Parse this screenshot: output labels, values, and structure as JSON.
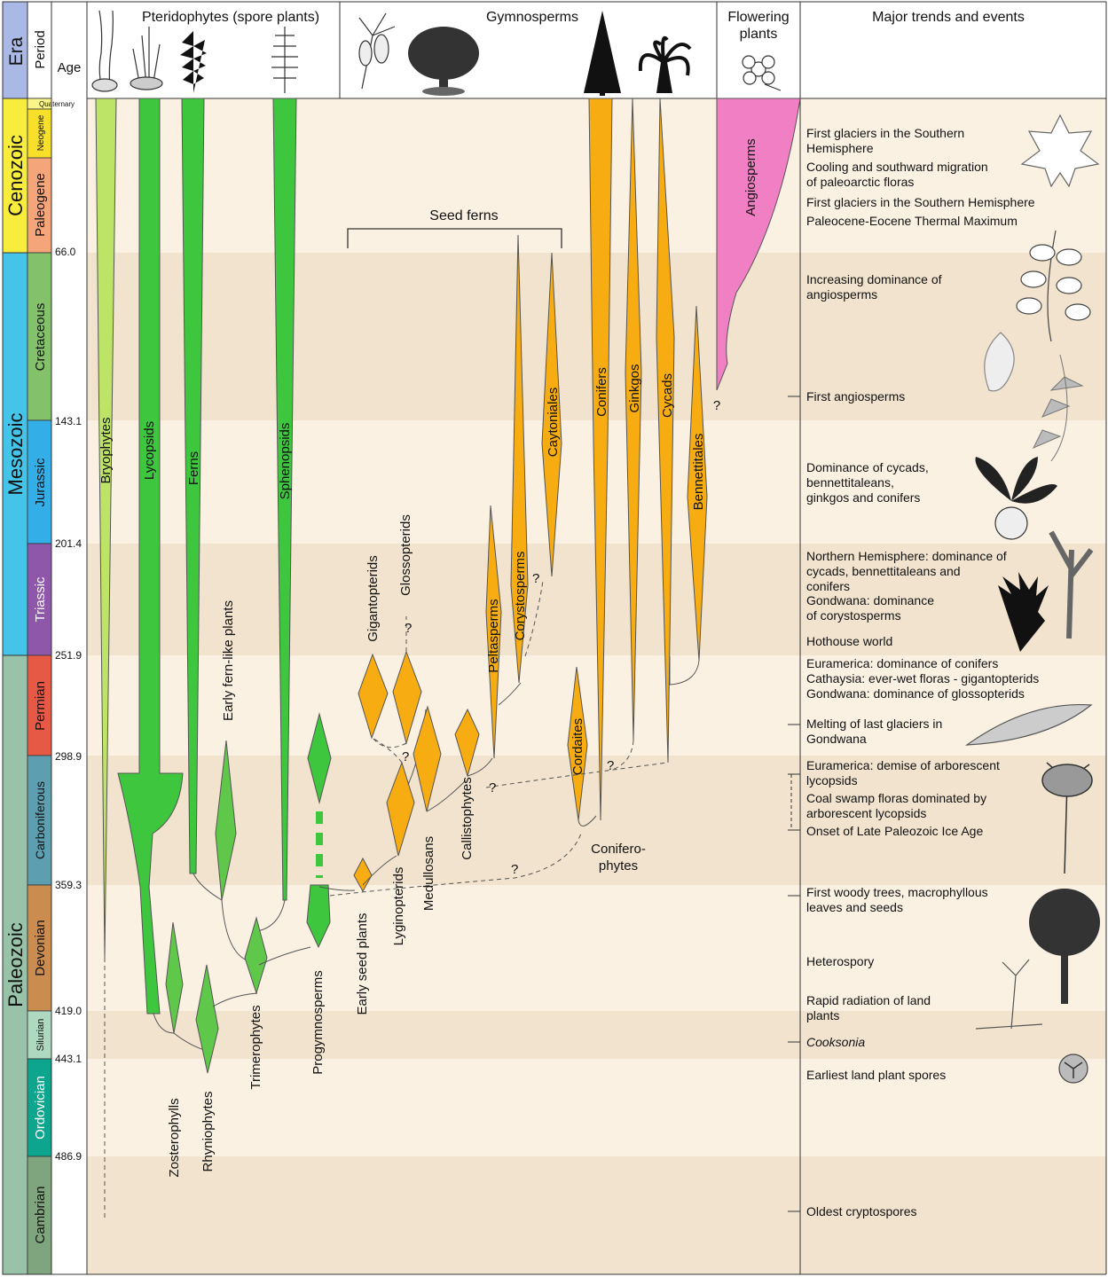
{
  "colors": {
    "band_light": "#fbf1e3",
    "band_dark": "#f1e3cd",
    "pterido_green": "#3ec63e",
    "early_green": "#5fc84a",
    "bryo_green": "#bde466",
    "gymno_orange": "#f7ad12",
    "angio_pink": "#f07fc4",
    "cenozoic": "#f8ec3c",
    "mesozoic": "#45c4ea",
    "paleozoic": "#98c3a8",
    "quaternary": "#f9f58a",
    "neogene": "#f8df2a",
    "paleogene": "#f5a57a",
    "cretaceous": "#83c26a",
    "jurassic": "#34aee6",
    "triassic": "#8f57aa",
    "permian": "#e65a45",
    "carboniferous": "#5d9fb0",
    "devonian": "#cb8c4f",
    "silurian": "#aed8c0",
    "ordovician": "#0da58e",
    "cambrian": "#7fa57e",
    "era_header": "#aab8e6"
  },
  "header": {
    "era": "Era",
    "period": "Period",
    "age": "Age",
    "pteridophytes": "Pteridophytes (spore plants)",
    "gymnosperms": "Gymnosperms",
    "flowering_1": "Flowering",
    "flowering_2": "plants",
    "trends": "Major trends and events"
  },
  "eras": [
    "Cenozoic",
    "Mesozoic",
    "Paleozoic"
  ],
  "periods": [
    "Quaternary",
    "Neogene",
    "Paleogene",
    "Cretaceous",
    "Jurassic",
    "Triassic",
    "Permian",
    "Carboniferous",
    "Devonian",
    "Silurian",
    "Ordovician",
    "Cambrian"
  ],
  "ages": [
    "66.0",
    "143.1",
    "201.4",
    "251.9",
    "298.9",
    "359.3",
    "419.0",
    "443.1",
    "486.9"
  ],
  "lineages": {
    "bryophytes": "Bryophytes",
    "lycopsids": "Lycopsids",
    "ferns": "Ferns",
    "sphenopsids": "Sphenopsids",
    "early_fern_like": "Early fern-like plants",
    "zosterophylls": "Zosterophylls",
    "rhyniophytes": "Rhyniophytes",
    "trimerophytes": "Trimerophytes",
    "progymnosperms": "Progymnosperms",
    "early_seed_plants": "Early seed plants",
    "lyginopterids": "Lyginopterids",
    "medullosans": "Medullosans",
    "callistophytes": "Callistophytes",
    "gigantopterids": "Gigantopterids",
    "glossopterids": "Glossopterids",
    "peltasperms": "Peltasperms",
    "corystosperms": "Corystosperms",
    "caytoniales": "Caytoniales",
    "cordaites": "Cordaites",
    "conifers": "Conifers",
    "ginkgos": "Ginkgos",
    "cycads": "Cycads",
    "bennettitales": "Bennettitales",
    "angiosperms": "Angiosperms",
    "seed_ferns": "Seed ferns",
    "coniferophytes_1": "Conifero-",
    "coniferophytes_2": "phytes",
    "q": "?"
  },
  "events": [
    [
      "First glaciers in the Southern",
      "Hemisphere"
    ],
    [
      "Cooling and southward migration",
      "of paleoarctic floras"
    ],
    [
      "First glaciers in the Southern Hemisphere"
    ],
    [
      "Paleocene-Eocene Thermal Maximum"
    ],
    [
      "Increasing dominance of",
      "angiosperms"
    ],
    [
      "First angiosperms"
    ],
    [
      "Dominance of cycads,",
      "bennettitaleans,",
      "ginkgos and conifers"
    ],
    [
      "Northern Hemisphere: dominance of",
      "cycads, bennettitaleans and",
      "conifers"
    ],
    [
      "Gondwana: dominance",
      "of corystosperms"
    ],
    [
      "Hothouse world"
    ],
    [
      "Euramerica: dominance of conifers"
    ],
    [
      "Cathaysia: ever-wet floras - gigantopterids"
    ],
    [
      "Gondwana: dominance of glossopterids"
    ],
    [
      "Melting of last glaciers in",
      "Gondwana"
    ],
    [
      "Euramerica: demise of arborescent",
      "lycopsids"
    ],
    [
      "Coal swamp floras dominated  by",
      "arborescent lycopsids"
    ],
    [
      "Onset of Late Paleozoic Ice Age"
    ],
    [
      "First woody trees, macrophyllous",
      "leaves and seeds"
    ],
    [
      "Heterospory"
    ],
    [
      "Rapid radiation of land",
      "plants"
    ],
    [
      "Cooksonia"
    ],
    [
      "Earliest land plant spores"
    ],
    [
      "Oldest cryptospores"
    ]
  ]
}
